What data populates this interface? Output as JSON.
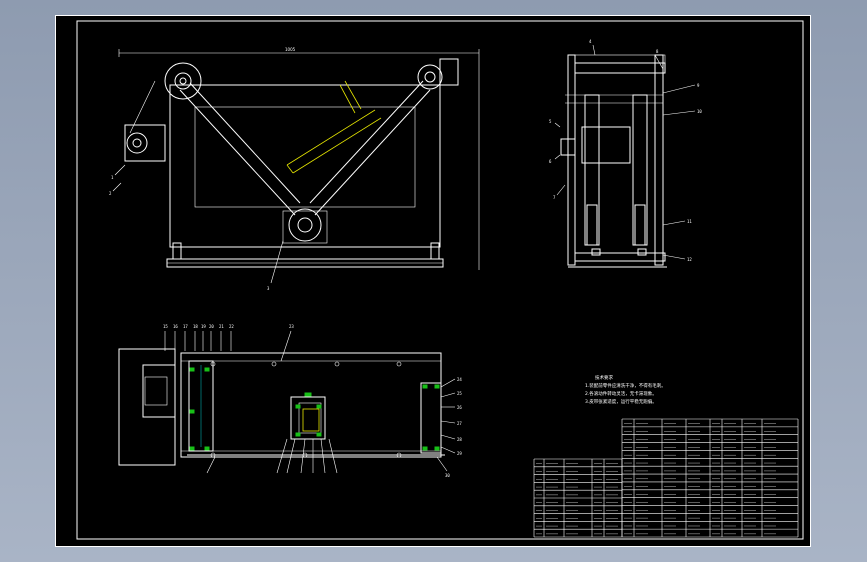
{
  "drawing": {
    "dimension_top": "1005",
    "balloons_front": [
      "1",
      "2",
      "3"
    ],
    "balloons_side": [
      "4",
      "5",
      "6",
      "7",
      "8",
      "9",
      "10",
      "11",
      "12"
    ],
    "balloons_plan_top": [
      "15",
      "16",
      "17",
      "18",
      "19",
      "20",
      "21",
      "22",
      "23"
    ],
    "balloons_plan_right": [
      "24",
      "25",
      "26",
      "27",
      "28",
      "29",
      "30"
    ],
    "tech_title": "技术要求",
    "tech_lines": [
      "1.装配前零件应清洗干净，不得有毛刺。",
      "2.各滚动件转动灵活，无卡滞现象。",
      "3.皮带张紧适度，运行平稳无跑偏。"
    ]
  },
  "colors": {
    "sheet": "#000000",
    "line": "#ffffff",
    "yellow": "#e6e600",
    "green": "#18c018",
    "cyan": "#00b0b0"
  }
}
